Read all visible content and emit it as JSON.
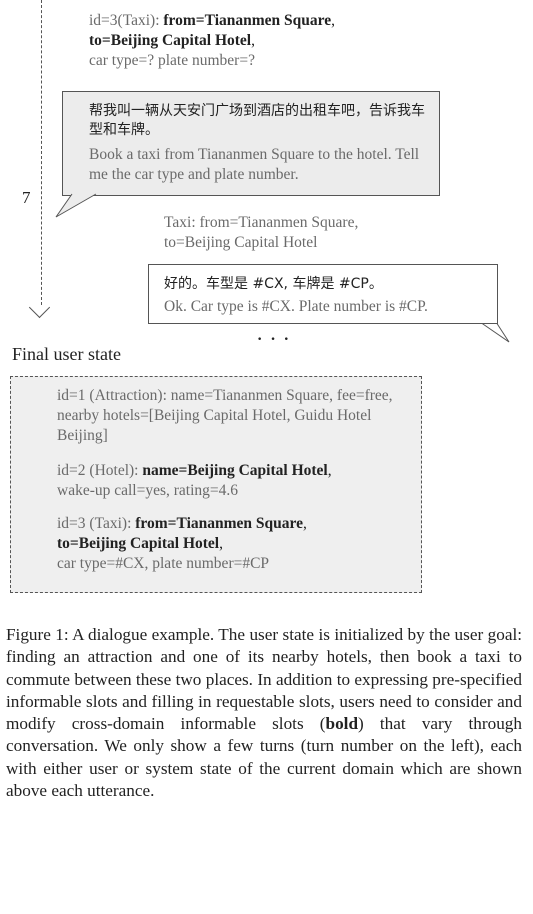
{
  "top_dots": "···",
  "turn_number": "7",
  "state_taxi": {
    "line1_prefix": "id=3(Taxi): ",
    "line1_bold": "from=Tiananmen Square",
    "line1_suffix": ",",
    "line2_bold": "to=Beijing Capital Hotel",
    "line2_suffix": ",",
    "line3": "car type=? plate number=?"
  },
  "user_utterance": {
    "zh": "帮我叫一辆从天安门广场到酒店的出租车吧，告诉我车型和车牌。",
    "en": "Book a taxi from Tiananmen Square to the hotel. Tell me the car type and plate number."
  },
  "system_state": {
    "line1": "Taxi: from=Tiananmen Square,",
    "line2": "to=Beijing Capital Hotel"
  },
  "system_utterance": {
    "zh": "好的。车型是 #CX, 车牌是 #CP。",
    "en": "Ok. Car type is #CX. Plate number is #CP."
  },
  "mid_dots": "···",
  "final_state": {
    "title": "Final user state",
    "attraction": "id=1 (Attraction): name=Tiananmen Square, fee=free, nearby hotels=[Beijing Capital Hotel, Guidu Hotel Beijing]",
    "hotel_prefix": "id=2 (Hotel): ",
    "hotel_bold": "name=Beijing Capital Hotel",
    "hotel_suffix": ",",
    "hotel_line2": "wake-up call=yes, rating=4.6",
    "taxi_prefix": "id=3 (Taxi): ",
    "taxi_bold1": "from=Tiananmen Square",
    "taxi_suffix1": ",",
    "taxi_bold2": "to=Beijing Capital Hotel",
    "taxi_suffix2": ",",
    "taxi_line3": "car type=#CX, plate number=#CP"
  },
  "caption": {
    "part1": "Figure 1:  A dialogue example.  The user state is initialized by the user goal:  finding an attraction and one of its nearby hotels, then book a taxi to commute between these two places.  In addition to expressing pre-specified informable slots and filling in requestable slots, users need to consider and modify cross-domain informable slots (",
    "bold_word": "bold",
    "part2": ") that vary through conversation. We only show a few turns (turn number on the left), each with either user or system state of the current domain which are shown above each utterance."
  }
}
